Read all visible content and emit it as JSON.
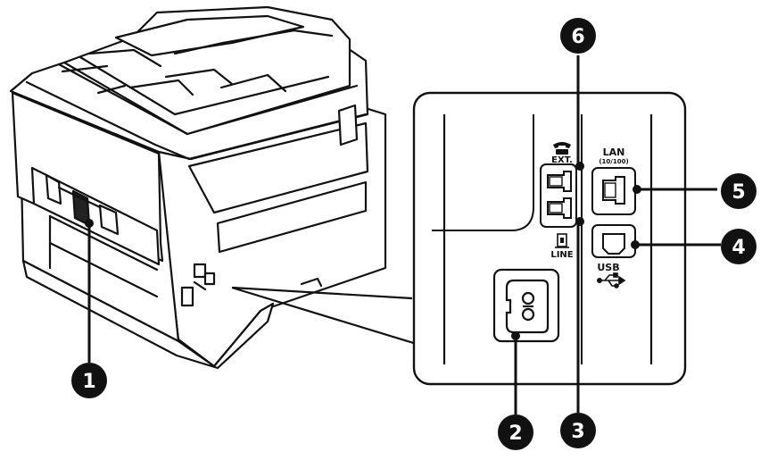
{
  "labels": {
    "ext": "EXT.",
    "line": "LINE",
    "lan": "LAN",
    "lan_speed": "(10/100)",
    "usb": "USB"
  },
  "callouts": [
    {
      "id": "1",
      "number": "1"
    },
    {
      "id": "2",
      "number": "2"
    },
    {
      "id": "3",
      "number": "3"
    },
    {
      "id": "4",
      "number": "4"
    },
    {
      "id": "5",
      "number": "5"
    },
    {
      "id": "6",
      "number": "6"
    }
  ]
}
